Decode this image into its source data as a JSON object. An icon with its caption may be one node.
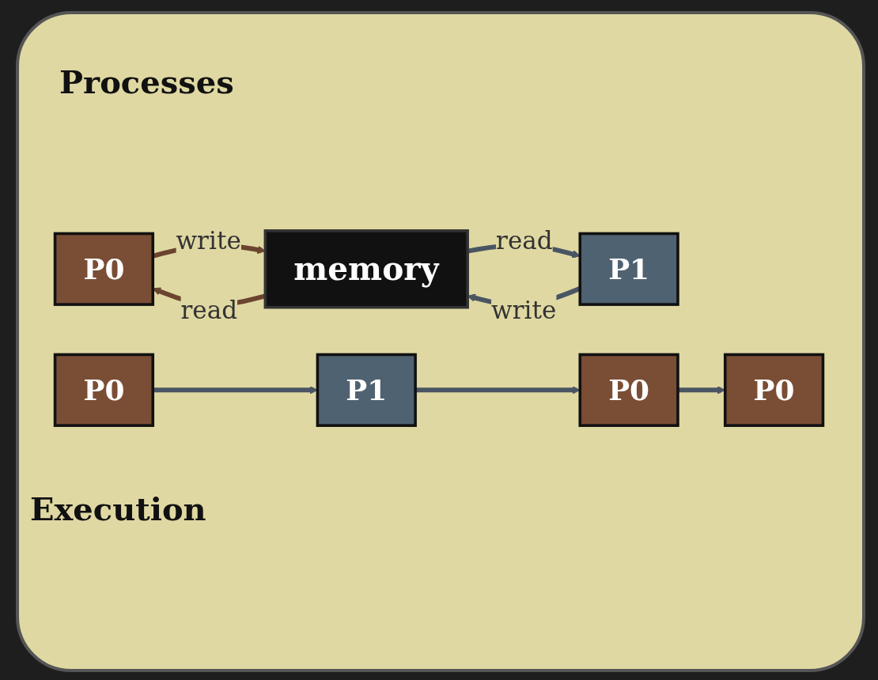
{
  "diagram": {
    "nodes": [
      {
        "text": [
          "P0"
        ]
      },
      {
        "text": [
          "P1"
        ]
      },
      {
        "text": [
          "memory"
        ]
      },
      {
        "text": [
          "P0"
        ]
      },
      {
        "text": [
          "P1"
        ]
      },
      {
        "text": [
          "P0"
        ]
      },
      {
        "text": [
          "P0"
        ]
      }
    ],
    "edges": [
      {
        "from": 0,
        "to": 2,
        "arrow": "to",
        "label": "write",
        "color": "#6b4430"
      },
      {
        "from": 2,
        "to": 0,
        "arrow": "to",
        "label": "read",
        "color": "#6b4430"
      },
      {
        "from": 1,
        "to": 2,
        "arrow": "to",
        "label": "write"
      },
      {
        "from": 2,
        "to": 1,
        "arrow": "to",
        "label": "read"
      },
      {
        "from": 3,
        "to": 4,
        "arrow": "to"
      },
      {
        "from": 4,
        "to": 5,
        "arrow": "to"
      },
      {
        "from": 5,
        "to": 6,
        "arrow": "to"
      }
    ],
    "labels": [
      "Processes",
      "Execution"
    ]
  }
}
